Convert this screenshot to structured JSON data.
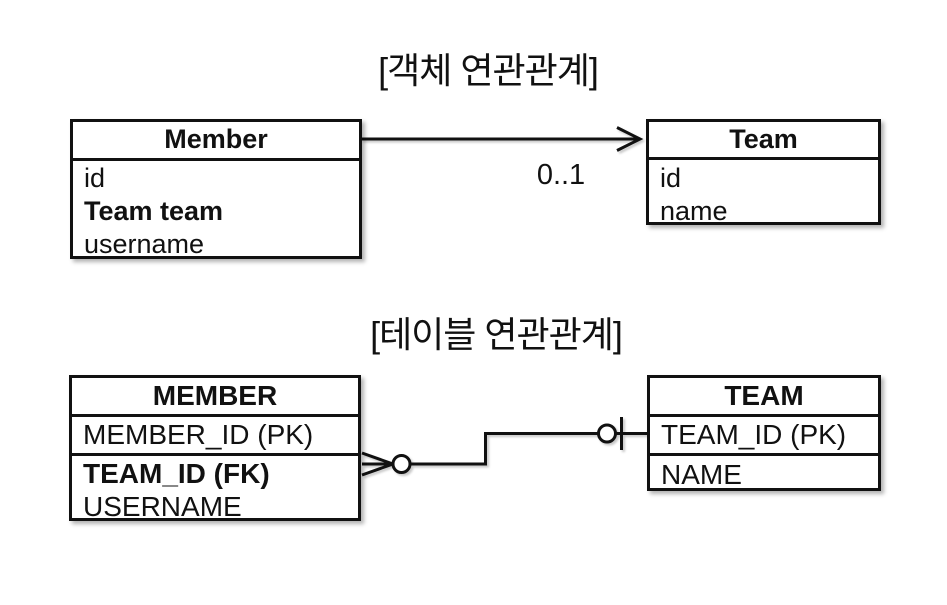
{
  "object_section": {
    "title": "[객체 연관관계]",
    "member_class": {
      "name": "Member",
      "fields": [
        "id",
        "Team team",
        "username"
      ]
    },
    "team_class": {
      "name": "Team",
      "fields": [
        "id",
        "name"
      ]
    },
    "multiplicity_label": "0..1"
  },
  "table_section": {
    "title": "[테이블 연관관계]",
    "member_table": {
      "name": "MEMBER",
      "primary_key": "MEMBER_ID (PK)",
      "foreign_key": "TEAM_ID (FK)",
      "columns": [
        "USERNAME"
      ]
    },
    "team_table": {
      "name": "TEAM",
      "primary_key": "TEAM_ID (PK)",
      "columns": [
        "NAME"
      ]
    }
  },
  "colors": {
    "ink": "#111111",
    "background": "#ffffff"
  }
}
